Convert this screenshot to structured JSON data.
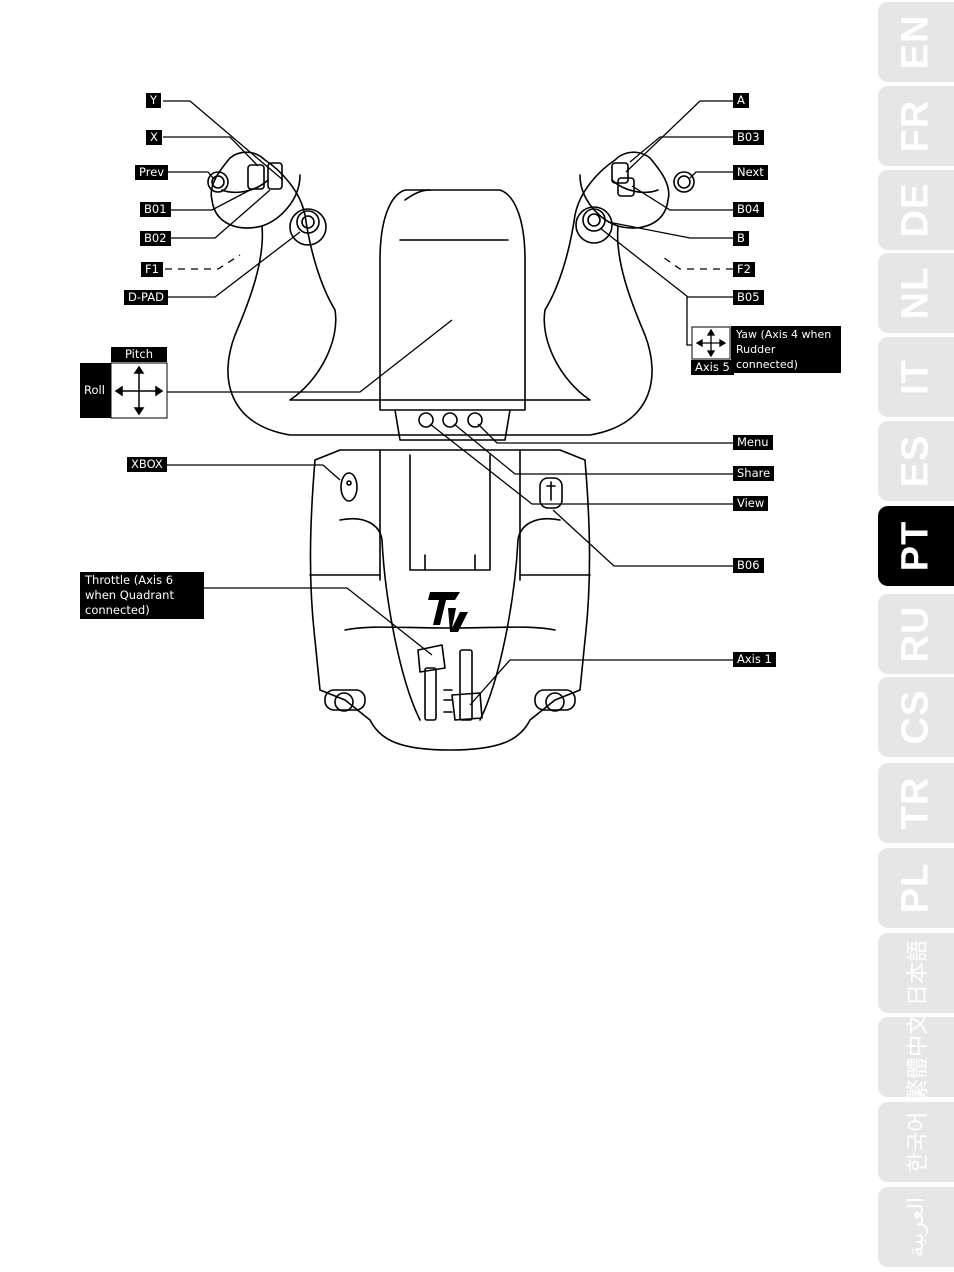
{
  "labels": {
    "y": "Y",
    "x": "X",
    "prev": "Prev",
    "b01": "B01",
    "b02": "B02",
    "f1": "F1",
    "dpad": "D-PAD",
    "pitch": "Pitch",
    "roll": "Roll",
    "xbox": "XBOX",
    "throttle": "Throttle (Axis 6 when Quadrant connected)",
    "a": "A",
    "b03": "B03",
    "next": "Next",
    "b04": "B04",
    "b": "B",
    "f2": "F2",
    "b05": "B05",
    "yaw": "Yaw (Axis 4 when Rudder connected)",
    "axis5": "Axis 5",
    "menu": "Menu",
    "share": "Share",
    "view": "View",
    "b06": "B06",
    "axis1": "Axis 1"
  },
  "language_tabs": [
    {
      "code": "EN",
      "active": false
    },
    {
      "code": "FR",
      "active": false
    },
    {
      "code": "DE",
      "active": false
    },
    {
      "code": "NL",
      "active": false
    },
    {
      "code": "IT",
      "active": false
    },
    {
      "code": "ES",
      "active": false
    },
    {
      "code": "PT",
      "active": true
    },
    {
      "code": "RU",
      "active": false
    },
    {
      "code": "CS",
      "active": false
    },
    {
      "code": "TR",
      "active": false
    },
    {
      "code": "PL",
      "active": false
    },
    {
      "code": "日本語",
      "active": false
    },
    {
      "code": "繁體中文",
      "active": false
    },
    {
      "code": "한국어",
      "active": false
    },
    {
      "code": "العربية",
      "active": false
    }
  ],
  "colors": {
    "tab_inactive": "#e6e6e6",
    "tab_active": "#000000",
    "label_bg": "#000000"
  }
}
